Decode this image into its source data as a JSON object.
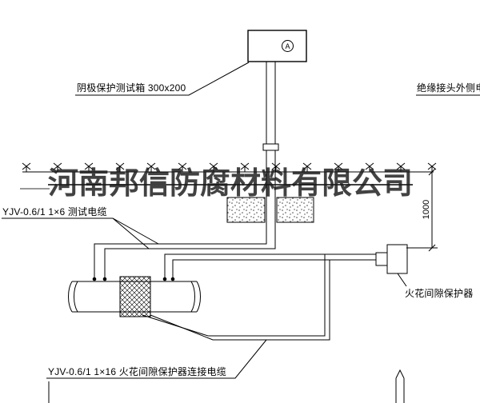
{
  "drawing": {
    "background": "#ffffff",
    "line_color": "#000000"
  },
  "watermark": {
    "text": "河南邦信防腐材料有限公司",
    "color": "#1a1a1a"
  },
  "labels": {
    "test_box": "阴极保护测试箱 300x200",
    "insulated_joint_cable": "绝缘接头外侧电缆",
    "test_cable": "YJV-0.6/1 1×6 测试电缆",
    "spark_gap_protector": "火花间隙保护器",
    "protector_connection_cable": "YJV-0.6/1 1×16 火花间隙保护器连接电缆",
    "depth_dimension": "1000",
    "test_box_letter": "A"
  }
}
